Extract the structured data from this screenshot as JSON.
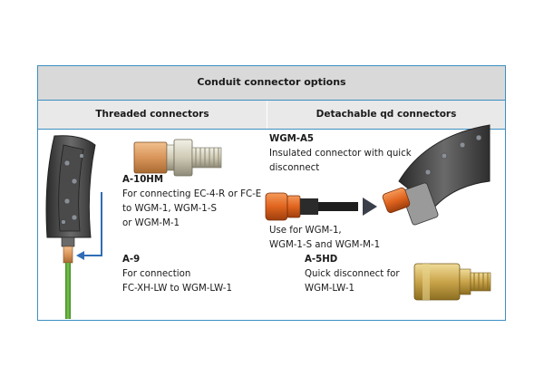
{
  "header": {
    "title": "Conduit connector options",
    "left_column": "Threaded connectors",
    "right_column": "Detachable qd connectors"
  },
  "left": {
    "a10hm": {
      "code": "A-10HM",
      "line1": "For connecting EC-4-R or FC-E",
      "line2": "to WGM-1, WGM-1-S",
      "line3": "or WGM-M-1"
    },
    "a9": {
      "code": "A-9",
      "line1": "For connection",
      "line2": "FC-XH-LW to WGM-LW-1"
    }
  },
  "right": {
    "wgma5": {
      "code": "WGM-A5",
      "line1": "Insulated connector with quick",
      "line2": "disconnect",
      "use1": "Use for WGM-1,",
      "use2": "WGM-1-S and WGM-M-1"
    },
    "a5hd": {
      "code": "A-5HD",
      "line1": "Quick disconnect for",
      "line2": "WGM-LW-1"
    }
  },
  "colors": {
    "border": "#3c8fc2",
    "title_bg": "#d9d9d9",
    "sub_bg": "#e9e9e9",
    "copper": "#d9955a",
    "brass": "#c9a44a",
    "orange": "#e0641f",
    "arrow": "#2f6db4",
    "conduit_green": "#5aa83a"
  },
  "icons": [
    "a10hm-connector-image",
    "a9-connector-image",
    "wgm-a5-connector-image",
    "a5hd-connector-image",
    "welding-gun-image"
  ]
}
